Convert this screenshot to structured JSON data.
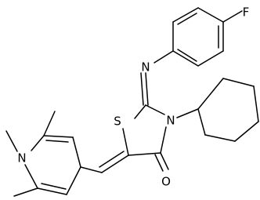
{
  "diagram": {
    "atom_labels": {
      "fluorine": "F",
      "imine_nitrogen": "N",
      "ring_nitrogen": "N",
      "sulfur": "S",
      "carbonyl_oxygen": "O",
      "pyrrole_nitrogen": "N"
    },
    "colors": {
      "bond": "#000000",
      "label": "#000000",
      "background": "#ffffff"
    }
  }
}
